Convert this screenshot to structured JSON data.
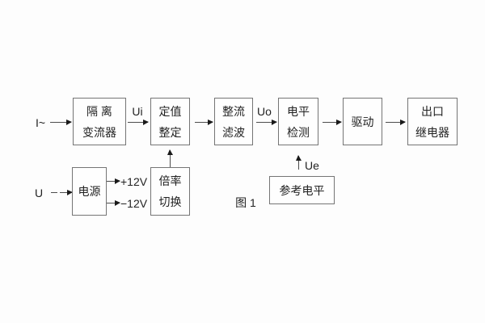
{
  "figure": {
    "caption": "图 1"
  },
  "blocks": {
    "isolation": {
      "line1": "隔 离",
      "line2": "变流器"
    },
    "setting": {
      "line1": "定值",
      "line2": "整定"
    },
    "rectifier": {
      "line1": "整流",
      "line2": "滤波"
    },
    "level_detect": {
      "line1": "电平",
      "line2": "检测"
    },
    "drive": {
      "line1": "驱动"
    },
    "output_relay": {
      "line1": "出口",
      "line2": "继电器"
    },
    "power_supply": {
      "line1": "电源"
    },
    "ratio_switch": {
      "line1": "倍率",
      "line2": "切换"
    },
    "reference_level": {
      "line1": "参考电平"
    }
  },
  "labels": {
    "input_current": "I~",
    "input_voltage": "U",
    "ui": "Ui",
    "uo": "Uo",
    "ue": "Ue",
    "plus_12v": "+12V",
    "minus_12v": "−12V"
  },
  "colors": {
    "background": "#fdfdfd",
    "box_border": "#757575",
    "line": "#4d4d4d",
    "arrowhead": "#1a1a1a",
    "text": "#222222"
  }
}
